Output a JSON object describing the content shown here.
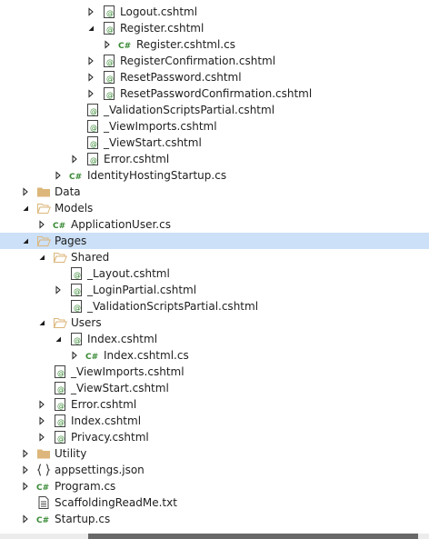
{
  "tree": [
    {
      "label": "Logout.cshtml",
      "depth": 5,
      "toggle": "collapsed",
      "icon": "razor-file-icon"
    },
    {
      "label": "Register.cshtml",
      "depth": 5,
      "toggle": "expanded",
      "icon": "razor-file-icon"
    },
    {
      "label": "Register.cshtml.cs",
      "depth": 6,
      "toggle": "collapsed",
      "icon": "csharp-file-icon"
    },
    {
      "label": "RegisterConfirmation.cshtml",
      "depth": 5,
      "toggle": "collapsed",
      "icon": "razor-file-icon"
    },
    {
      "label": "ResetPassword.cshtml",
      "depth": 5,
      "toggle": "collapsed",
      "icon": "razor-file-icon"
    },
    {
      "label": "ResetPasswordConfirmation.cshtml",
      "depth": 5,
      "toggle": "collapsed",
      "icon": "razor-file-icon"
    },
    {
      "label": "_ValidationScriptsPartial.cshtml",
      "depth": 4,
      "toggle": "none",
      "icon": "razor-file-icon"
    },
    {
      "label": "_ViewImports.cshtml",
      "depth": 4,
      "toggle": "none",
      "icon": "razor-file-icon"
    },
    {
      "label": "_ViewStart.cshtml",
      "depth": 4,
      "toggle": "none",
      "icon": "razor-file-icon"
    },
    {
      "label": "Error.cshtml",
      "depth": 4,
      "toggle": "collapsed",
      "icon": "razor-file-icon"
    },
    {
      "label": "IdentityHostingStartup.cs",
      "depth": 3,
      "toggle": "collapsed",
      "icon": "csharp-file-icon"
    },
    {
      "label": "Data",
      "depth": 1,
      "toggle": "collapsed",
      "icon": "folder-icon"
    },
    {
      "label": "Models",
      "depth": 1,
      "toggle": "expanded",
      "icon": "folder-open-icon"
    },
    {
      "label": "ApplicationUser.cs",
      "depth": 2,
      "toggle": "collapsed",
      "icon": "csharp-file-icon"
    },
    {
      "label": "Pages",
      "depth": 1,
      "toggle": "expanded",
      "icon": "folder-open-icon",
      "selected": true
    },
    {
      "label": "Shared",
      "depth": 2,
      "toggle": "expanded",
      "icon": "folder-open-icon"
    },
    {
      "label": "_Layout.cshtml",
      "depth": 3,
      "toggle": "none",
      "icon": "razor-file-icon"
    },
    {
      "label": "_LoginPartial.cshtml",
      "depth": 3,
      "toggle": "collapsed",
      "icon": "razor-file-icon"
    },
    {
      "label": "_ValidationScriptsPartial.cshtml",
      "depth": 3,
      "toggle": "none",
      "icon": "razor-file-icon"
    },
    {
      "label": "Users",
      "depth": 2,
      "toggle": "expanded",
      "icon": "folder-open-icon"
    },
    {
      "label": "Index.cshtml",
      "depth": 3,
      "toggle": "expanded",
      "icon": "razor-file-icon"
    },
    {
      "label": "Index.cshtml.cs",
      "depth": 4,
      "toggle": "collapsed",
      "icon": "csharp-file-icon"
    },
    {
      "label": "_ViewImports.cshtml",
      "depth": 2,
      "toggle": "none",
      "icon": "razor-file-icon"
    },
    {
      "label": "_ViewStart.cshtml",
      "depth": 2,
      "toggle": "none",
      "icon": "razor-file-icon"
    },
    {
      "label": "Error.cshtml",
      "depth": 2,
      "toggle": "collapsed",
      "icon": "razor-file-icon"
    },
    {
      "label": "Index.cshtml",
      "depth": 2,
      "toggle": "collapsed",
      "icon": "razor-file-icon"
    },
    {
      "label": "Privacy.cshtml",
      "depth": 2,
      "toggle": "collapsed",
      "icon": "razor-file-icon"
    },
    {
      "label": "Utility",
      "depth": 1,
      "toggle": "collapsed",
      "icon": "folder-icon"
    },
    {
      "label": "appsettings.json",
      "depth": 1,
      "toggle": "collapsed",
      "icon": "json-file-icon"
    },
    {
      "label": "Program.cs",
      "depth": 1,
      "toggle": "collapsed",
      "icon": "csharp-file-icon"
    },
    {
      "label": "ScaffoldingReadMe.txt",
      "depth": 1,
      "toggle": "none",
      "icon": "text-file-icon"
    },
    {
      "label": "Startup.cs",
      "depth": 1,
      "toggle": "collapsed",
      "icon": "csharp-file-icon"
    }
  ],
  "colors": {
    "selected_row": "#cce0f7",
    "folder": "#dcb67a",
    "csharp": "#388a34",
    "razor_border": "#424242",
    "text": "#1e1e1e"
  }
}
